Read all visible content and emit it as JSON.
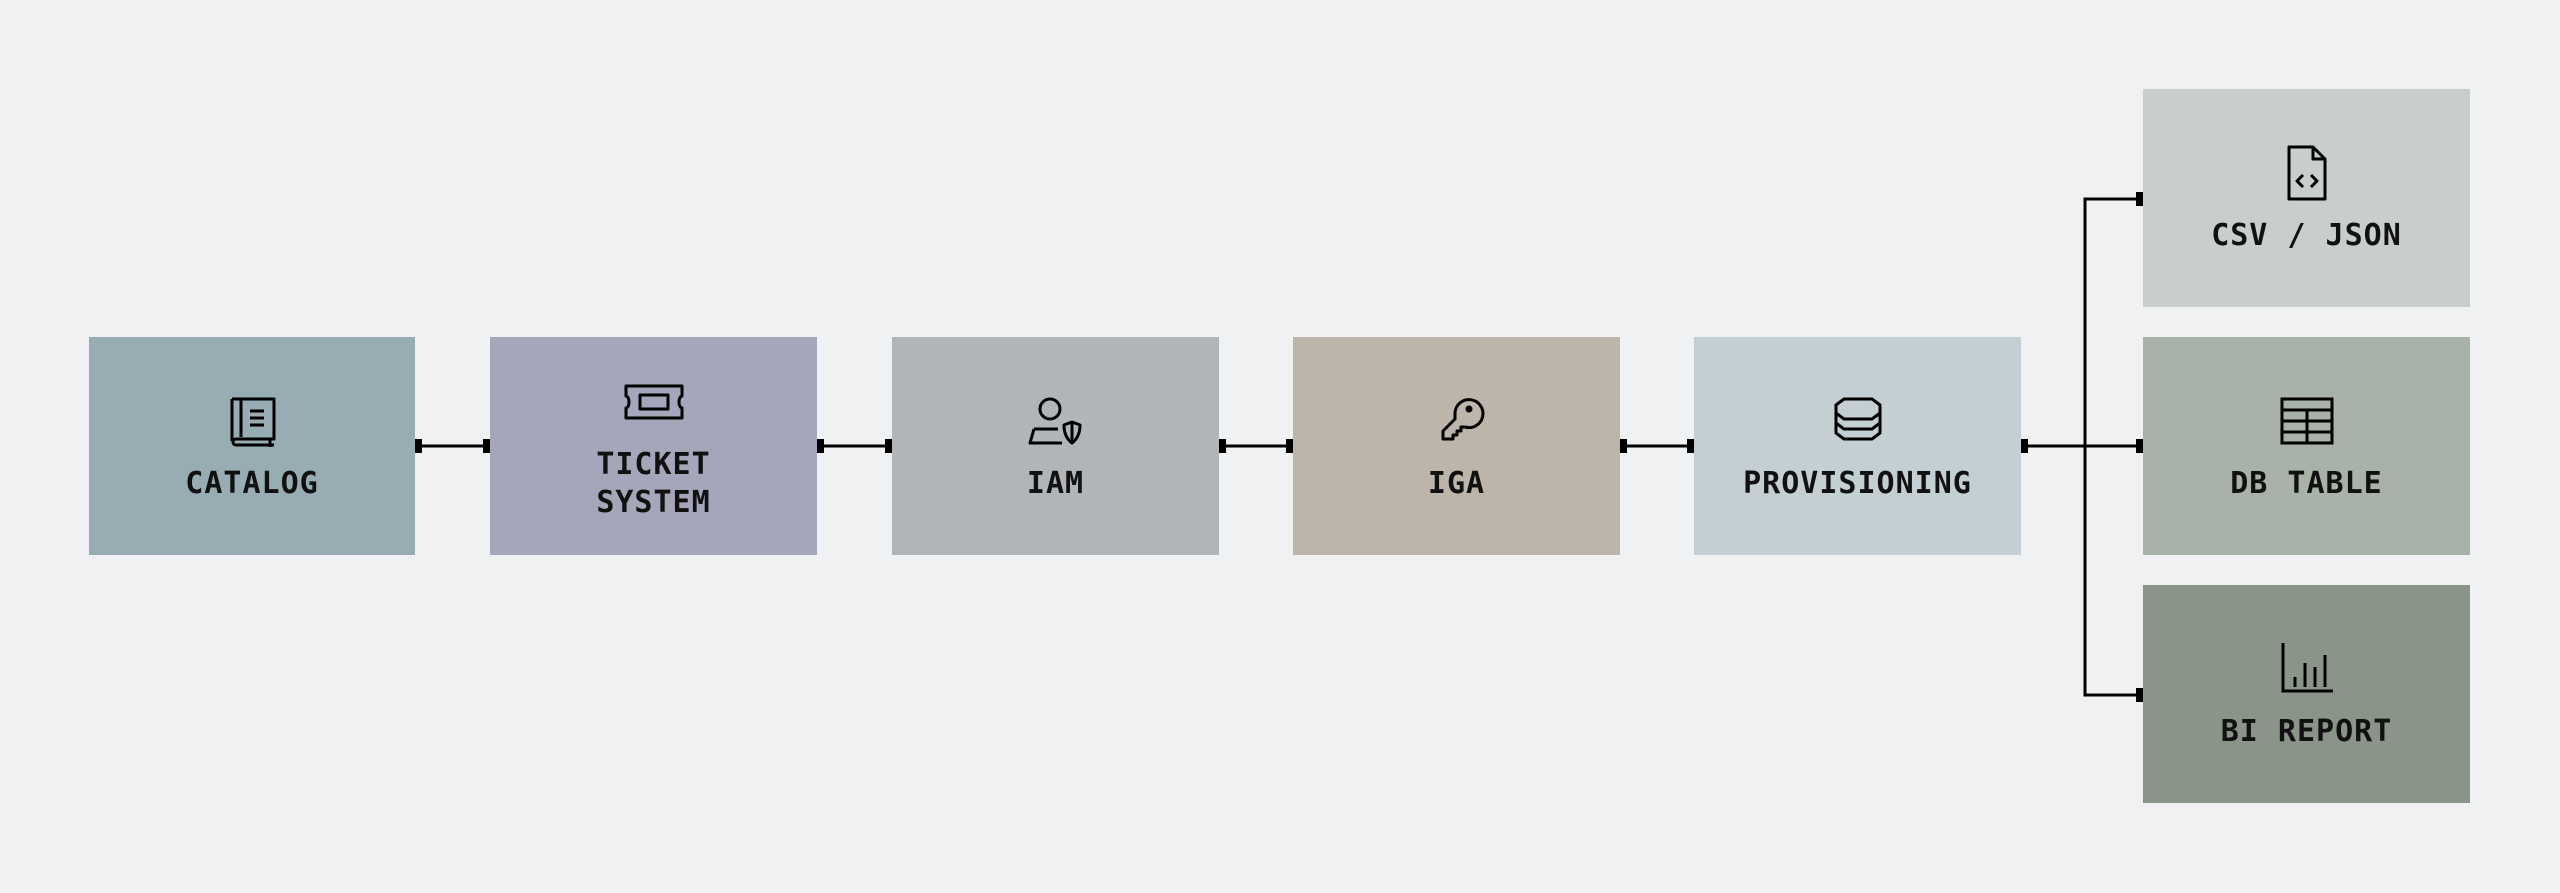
{
  "diagram": {
    "nodes": [
      {
        "id": "catalog",
        "label": "CATALOG",
        "icon": "book-icon",
        "color": "#97adb3"
      },
      {
        "id": "ticket-system",
        "label_lines": [
          "TICKET",
          "SYSTEM"
        ],
        "icon": "ticket-icon",
        "color": "#a6a6bb"
      },
      {
        "id": "iam",
        "label": "IAM",
        "icon": "user-shield-icon",
        "color": "#b1b5b8"
      },
      {
        "id": "iga",
        "label": "IGA",
        "icon": "key-icon",
        "color": "#bdb5aa"
      },
      {
        "id": "provisioning",
        "label": "PROVISIONING",
        "icon": "database-icon",
        "color": "#c4cfd3"
      },
      {
        "id": "csv-json",
        "label": "CSV / JSON",
        "icon": "code-file-icon",
        "color": "#c8cfca"
      },
      {
        "id": "db-table",
        "label": "DB TABLE",
        "icon": "table-icon",
        "color": "#a8b2a9"
      },
      {
        "id": "bi-report",
        "label": "BI REPORT",
        "icon": "bar-chart-icon",
        "color": "#8a9488"
      }
    ],
    "edges": [
      {
        "from": "catalog",
        "to": "ticket-system"
      },
      {
        "from": "ticket-system",
        "to": "iam"
      },
      {
        "from": "iam",
        "to": "iga"
      },
      {
        "from": "iga",
        "to": "provisioning"
      },
      {
        "from": "provisioning",
        "to": "csv-json"
      },
      {
        "from": "provisioning",
        "to": "db-table"
      },
      {
        "from": "provisioning",
        "to": "bi-report"
      }
    ],
    "colors": {
      "background": "#f0f1f3",
      "line": "#000000",
      "text": "#111111"
    }
  }
}
